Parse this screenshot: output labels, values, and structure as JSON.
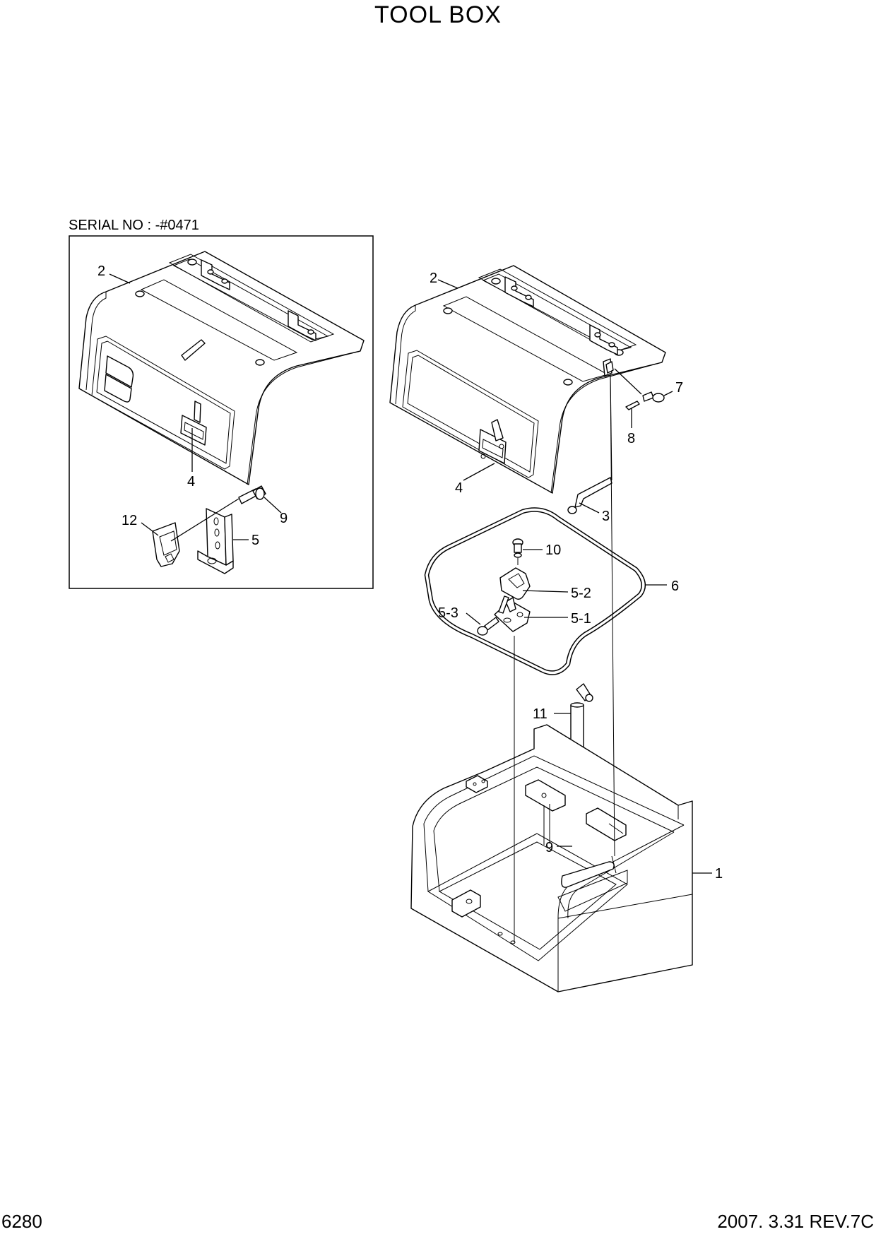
{
  "header": {
    "title": "TOOL BOX"
  },
  "inset": {
    "serial_label": "SERIAL NO : -#0471"
  },
  "footer": {
    "page_number": "6280",
    "revision": "2007. 3.31  REV.7C"
  },
  "callouts": {
    "inset": [
      {
        "id": "inset-2",
        "text": "2"
      },
      {
        "id": "inset-4",
        "text": "4"
      },
      {
        "id": "inset-9",
        "text": "9"
      },
      {
        "id": "inset-12",
        "text": "12"
      },
      {
        "id": "inset-5",
        "text": "5"
      }
    ],
    "main": [
      {
        "id": "main-2",
        "text": "2"
      },
      {
        "id": "main-7",
        "text": "7"
      },
      {
        "id": "main-8",
        "text": "8"
      },
      {
        "id": "main-4",
        "text": "4"
      },
      {
        "id": "main-3",
        "text": "3"
      },
      {
        "id": "main-10",
        "text": "10"
      },
      {
        "id": "main-6",
        "text": "6"
      },
      {
        "id": "main-5-2",
        "text": "5-2"
      },
      {
        "id": "main-5-3",
        "text": "5-3"
      },
      {
        "id": "main-5-1",
        "text": "5-1"
      },
      {
        "id": "main-11",
        "text": "11"
      },
      {
        "id": "main-9",
        "text": "9"
      },
      {
        "id": "main-1",
        "text": "1"
      }
    ]
  }
}
